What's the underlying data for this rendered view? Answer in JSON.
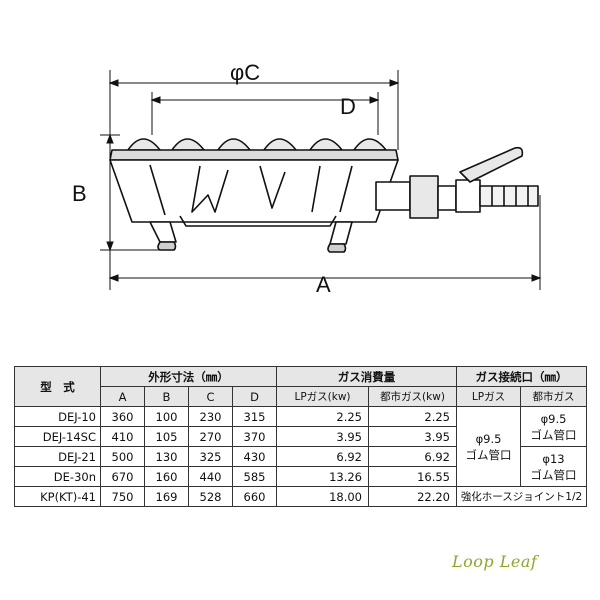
{
  "drawing": {
    "labels": {
      "a": "A",
      "b": "B",
      "c": "φC",
      "d": "D"
    }
  },
  "table": {
    "header": {
      "model": "型　式",
      "dimensions": "外形寸法（㎜）",
      "gas_consumption": "ガス消費量",
      "gas_connection": "ガス接続口（㎜）"
    },
    "subheader": {
      "a": "A",
      "b": "B",
      "c": "C",
      "d": "D",
      "lp_kw": "LPガス(kw)",
      "city_kw": "都市ガス(kw)",
      "lp": "LPガス",
      "city": "都市ガス"
    },
    "rows": [
      {
        "model": "DEJ-10",
        "a": "360",
        "b": "100",
        "c": "230",
        "d": "315",
        "lp": "2.25",
        "city": "2.25"
      },
      {
        "model": "DEJ-14SC",
        "a": "410",
        "b": "105",
        "c": "270",
        "d": "370",
        "lp": "3.95",
        "city": "3.95"
      },
      {
        "model": "DEJ-21",
        "a": "500",
        "b": "130",
        "c": "325",
        "d": "430",
        "lp": "6.92",
        "city": "6.92"
      },
      {
        "model": "DE-30n",
        "a": "670",
        "b": "160",
        "c": "440",
        "d": "585",
        "lp": "13.26",
        "city": "16.55"
      },
      {
        "model": "KP(KT)-41",
        "a": "750",
        "b": "169",
        "c": "528",
        "d": "660",
        "lp": "18.00",
        "city": "22.20"
      }
    ],
    "connections": {
      "lp_group": "φ9.5\nゴム管口",
      "city_group1": "φ9.5\nゴム管口",
      "city_group2": "φ13\nゴム管口",
      "last_row": "強化ホースジョイント1/2"
    }
  },
  "logo": "Loop Leaf"
}
